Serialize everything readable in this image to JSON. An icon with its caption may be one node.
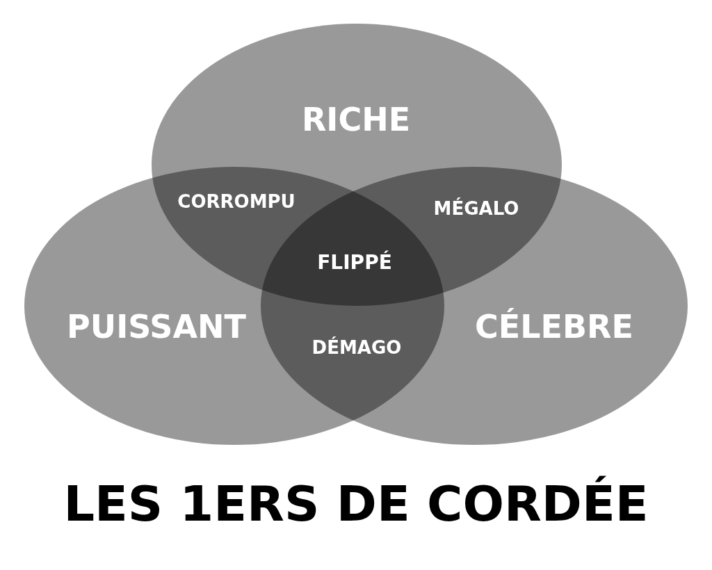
{
  "diagram": {
    "title": "LES 1ERS DE CORDÉE",
    "nodes": [
      {
        "text": [
          "RICHE"
        ]
      },
      {
        "text": [
          "PUISSANT"
        ]
      },
      {
        "text": [
          "CÉLEBRE"
        ]
      }
    ],
    "edges": [],
    "labels": [
      "CORROMPU",
      "MÉGALO",
      "FLIPPÉ",
      "DÉMAGO"
    ]
  }
}
